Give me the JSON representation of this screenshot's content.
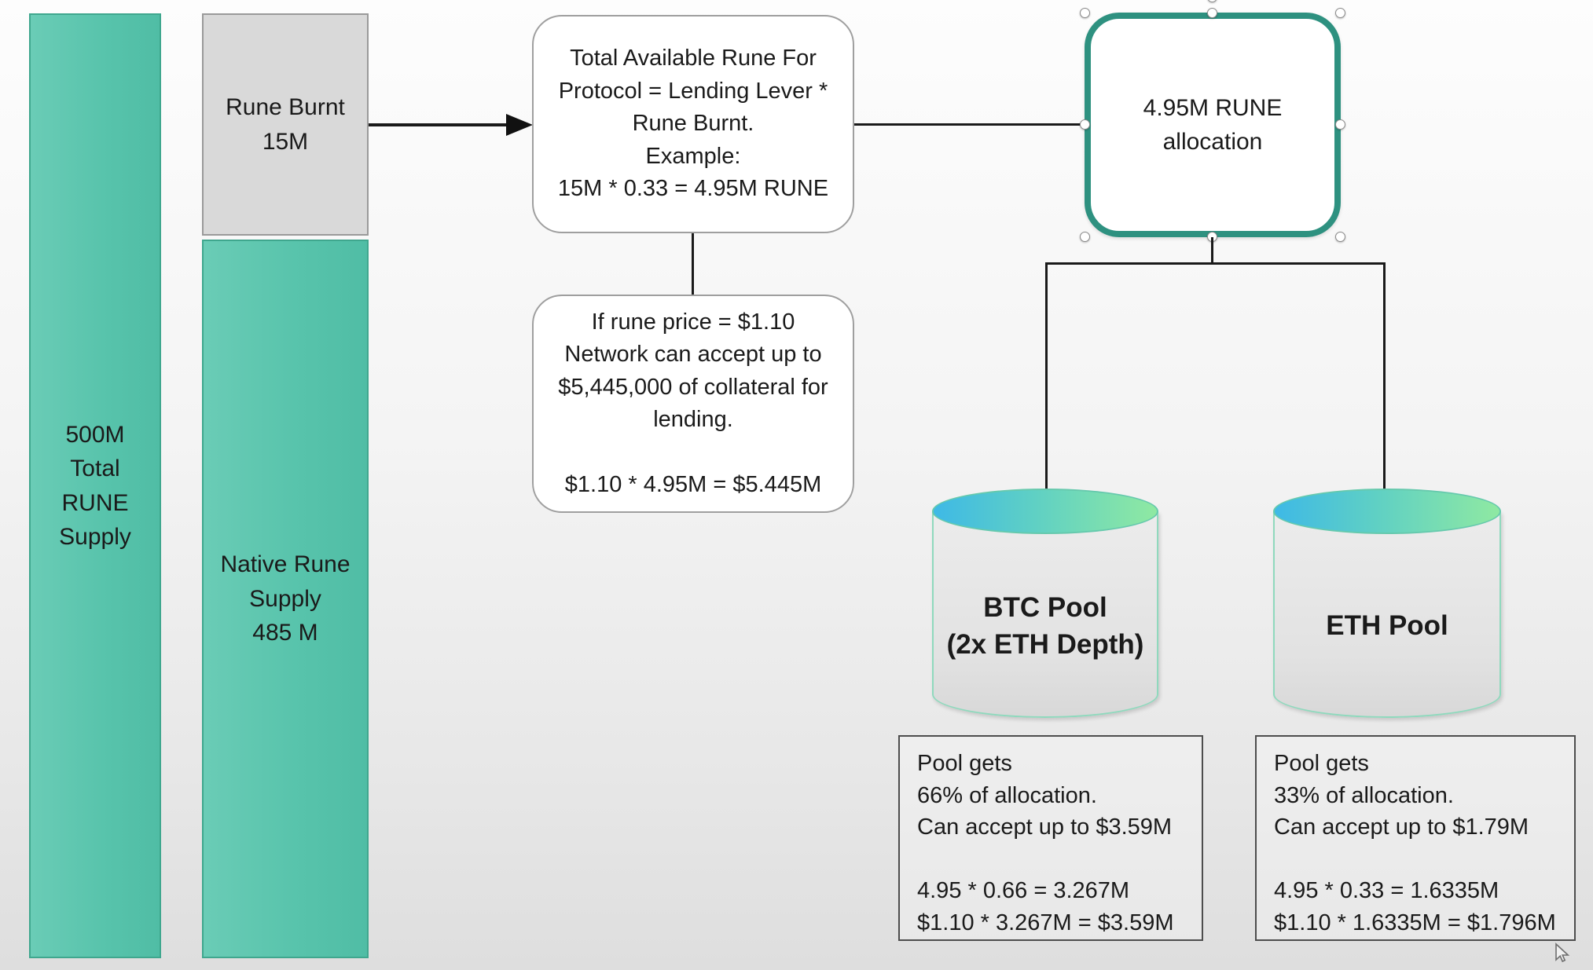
{
  "diagram": {
    "left_bar": {
      "label": "500M\nTotal\nRUNE\nSupply"
    },
    "burnt_box": {
      "label": "Rune Burnt\n15M"
    },
    "native_box": {
      "label": "Native Rune\nSupply\n485 M"
    },
    "protocol_box": {
      "label": "Total Available Rune For\nProtocol = Lending Lever *\nRune Burnt.\nExample:\n15M * 0.33 = 4.95M RUNE"
    },
    "price_box": {
      "label": "If rune price = $1.10\nNetwork can accept up to\n$5,445,000 of collateral for\nlending.\n\n$1.10 * 4.95M = $5.445M"
    },
    "allocation_box": {
      "label": "4.95M RUNE\nallocation"
    },
    "btc_pool": {
      "label": "BTC Pool\n(2x ETH Depth)",
      "details": "Pool gets\n66% of allocation.\nCan accept up to $3.59M\n\n4.95 * 0.66 =  3.267M\n$1.10 * 3.267M = $3.59M"
    },
    "eth_pool": {
      "label": "ETH Pool",
      "details": "Pool gets\n33% of allocation.\nCan accept up to $1.79M\n\n4.95 * 0.33 =  1.6335M\n$1.10 * 1.6335M = $1.796M"
    },
    "colors": {
      "teal_fill": "#57c3ab",
      "teal_border": "#3fa78e",
      "gray_fill": "#d9d9d9",
      "selected_border": "#2e9180",
      "cylinder_gradient_start": "#3eb9e6",
      "cylinder_gradient_end": "#8fe9a2",
      "connector": "#1a1a1a"
    }
  }
}
